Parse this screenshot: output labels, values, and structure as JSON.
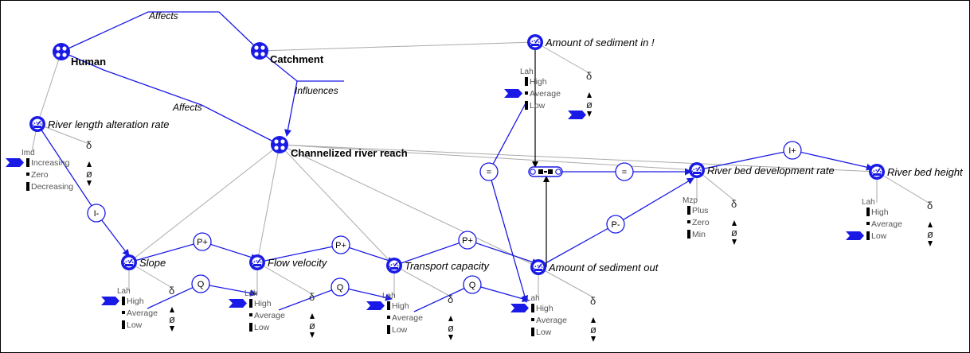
{
  "colors": {
    "relation": "#1a1ae6",
    "structure": "#aaaaaa",
    "marker": "#1a1ae6",
    "ink": "#000000"
  },
  "diagram": {
    "entities": [
      {
        "id": "human",
        "label": "Human",
        "icon": "entity-icon"
      },
      {
        "id": "catchment",
        "label": "Catchment",
        "icon": "entity-icon"
      },
      {
        "id": "channel",
        "label": "Channelized river reach",
        "icon": "entity-icon"
      }
    ],
    "structural_relations": [
      {
        "label": "Affects"
      },
      {
        "label": "Affects"
      },
      {
        "label": "Influences"
      }
    ],
    "quantities": [
      {
        "id": "amount_in",
        "label": "Amount of sediment in !",
        "space_name": "Lah",
        "values": [
          "High",
          "Average",
          "Low"
        ],
        "current": "Average",
        "derivative_symbol": "δ",
        "derivative_zero": "ø"
      },
      {
        "id": "rlar",
        "label": "River length alteration rate",
        "space_name": "Imd",
        "values": [
          "Increasing",
          "Zero",
          "Decreasing"
        ],
        "current": "Increasing",
        "derivative_symbol": "δ",
        "derivative_zero": "ø"
      },
      {
        "id": "bed_dev",
        "label": "River bed development rate",
        "space_name": "Mzp",
        "values": [
          "Plus",
          "Zero",
          "Min"
        ],
        "current": null,
        "derivative_symbol": "δ",
        "derivative_zero": "ø"
      },
      {
        "id": "bed_height",
        "label": "River bed height",
        "space_name": "Lah",
        "values": [
          "High",
          "Average",
          "Low"
        ],
        "current": "Low",
        "derivative_symbol": "δ",
        "derivative_zero": "ø"
      },
      {
        "id": "slope",
        "label": "Slope",
        "space_name": "Lah",
        "values": [
          "High",
          "Average",
          "Low"
        ],
        "current": "High",
        "derivative_symbol": "δ",
        "derivative_zero": "ø"
      },
      {
        "id": "flow",
        "label": "Flow velocity",
        "space_name": "Lah",
        "values": [
          "High",
          "Average",
          "Low"
        ],
        "current": "High",
        "derivative_symbol": "δ",
        "derivative_zero": "ø"
      },
      {
        "id": "transport",
        "label": "Transport capacity",
        "space_name": "Lah",
        "values": [
          "High",
          "Average",
          "Low"
        ],
        "current": "High",
        "derivative_symbol": "δ",
        "derivative_zero": "ø"
      },
      {
        "id": "amount_out",
        "label": "Amount of sediment out",
        "space_name": "Lah",
        "values": [
          "High",
          "Average",
          "Low"
        ],
        "current": "High",
        "derivative_symbol": "δ",
        "derivative_zero": "ø"
      }
    ],
    "dependencies": [
      {
        "label": "I-"
      },
      {
        "label": "P+"
      },
      {
        "label": "P+"
      },
      {
        "label": "P+"
      },
      {
        "label": "Q"
      },
      {
        "label": "Q"
      },
      {
        "label": "Q"
      },
      {
        "label": "P-"
      },
      {
        "label": "I+"
      },
      {
        "label": "="
      },
      {
        "label": "="
      }
    ]
  }
}
